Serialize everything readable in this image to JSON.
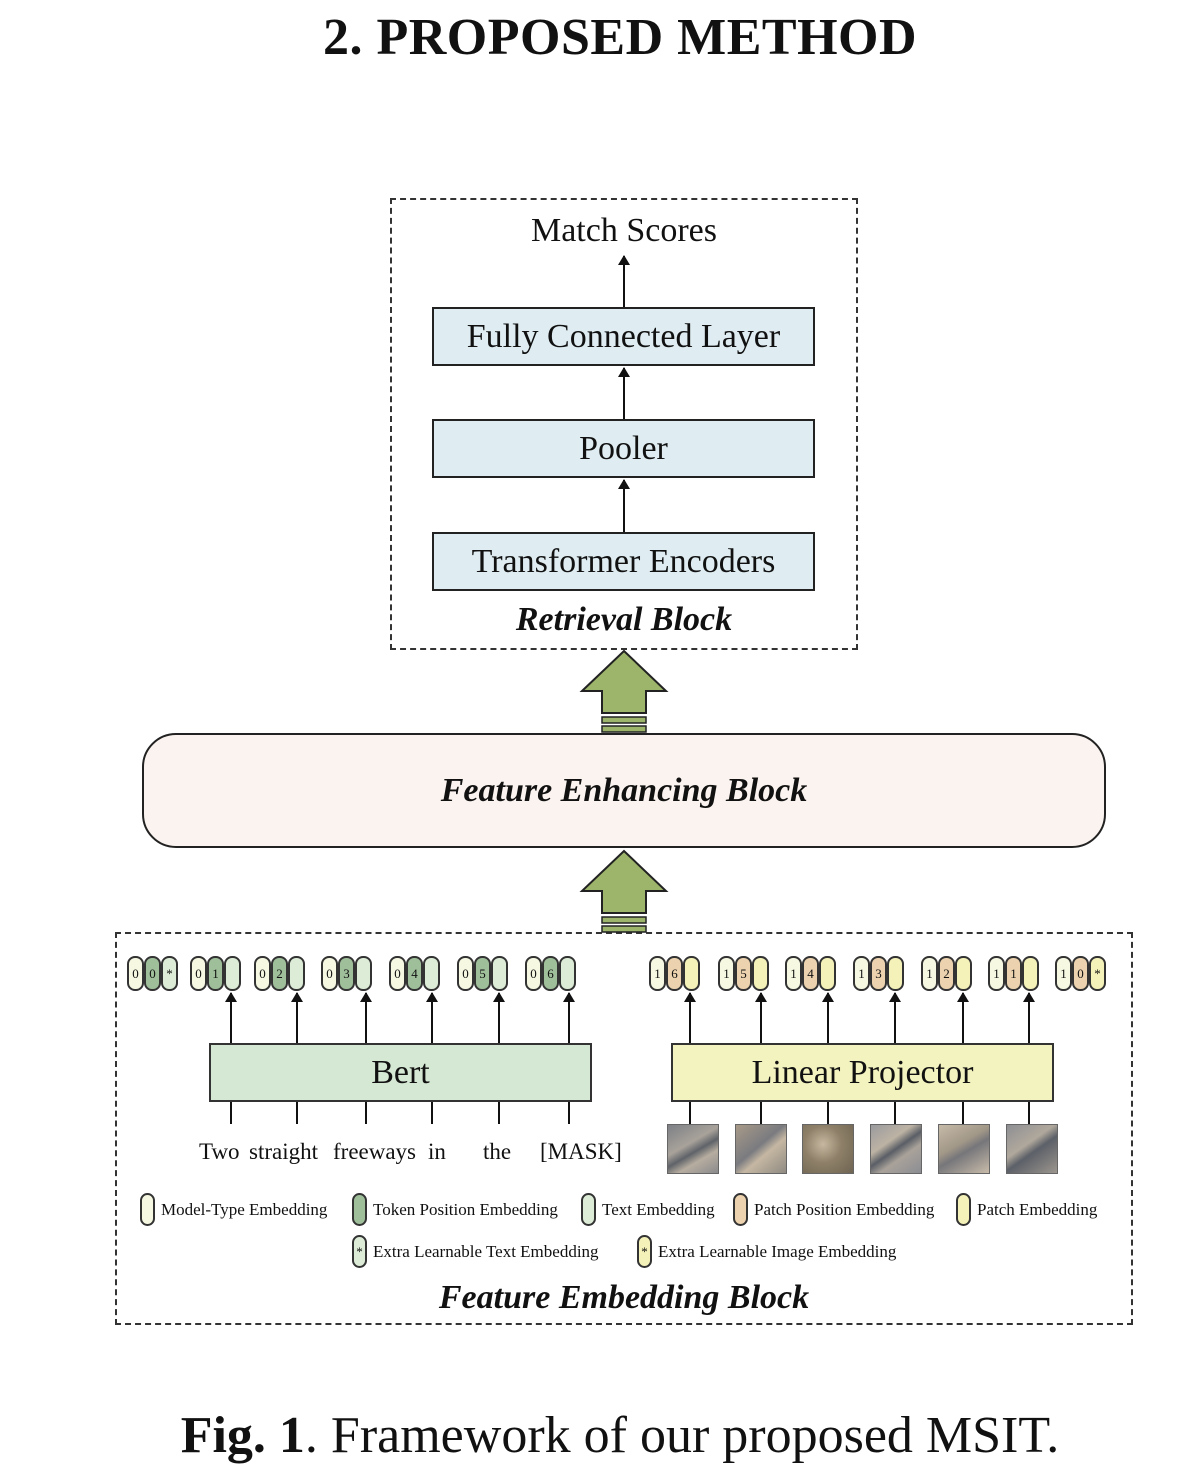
{
  "section_title": "2.  PROPOSED METHOD",
  "retrieval": {
    "output_label": "Match Scores",
    "layers": [
      "Fully Connected Layer",
      "Pooler",
      "Transformer Encoders"
    ],
    "block_label": "Retrieval Block"
  },
  "enhancing": {
    "block_label": "Feature Enhancing Block"
  },
  "embedding": {
    "block_label": "Feature Embedding Block",
    "bert_label": "Bert",
    "projector_label": "Linear Projector",
    "text_tokens": [
      {
        "digits": [
          "0",
          "0"
        ],
        "extra": "*"
      },
      {
        "digits": [
          "0",
          "1"
        ],
        "extra": ""
      },
      {
        "digits": [
          "0",
          "2"
        ],
        "extra": ""
      },
      {
        "digits": [
          "0",
          "3"
        ],
        "extra": ""
      },
      {
        "digits": [
          "0",
          "4"
        ],
        "extra": ""
      },
      {
        "digits": [
          "0",
          "5"
        ],
        "extra": ""
      },
      {
        "digits": [
          "0",
          "6"
        ],
        "extra": ""
      }
    ],
    "image_tokens": [
      {
        "digits": [
          "1",
          "6"
        ],
        "extra": ""
      },
      {
        "digits": [
          "1",
          "5"
        ],
        "extra": ""
      },
      {
        "digits": [
          "1",
          "4"
        ],
        "extra": ""
      },
      {
        "digits": [
          "1",
          "3"
        ],
        "extra": ""
      },
      {
        "digits": [
          "1",
          "2"
        ],
        "extra": ""
      },
      {
        "digits": [
          "1",
          "1"
        ],
        "extra": ""
      },
      {
        "digits": [
          "1",
          "0"
        ],
        "extra": "*"
      }
    ],
    "words": [
      "Two",
      "straight",
      "freeways",
      "in",
      "the",
      "[MASK]"
    ],
    "legend": [
      {
        "label": "Model-Type Embedding",
        "color": "#f6f8e2",
        "mark": ""
      },
      {
        "label": "Token Position Embedding",
        "color": "#9fbf9a",
        "mark": ""
      },
      {
        "label": "Text Embedding",
        "color": "#dcecd6",
        "mark": ""
      },
      {
        "label": "Patch Position Embedding",
        "color": "#ecd2ae",
        "mark": ""
      },
      {
        "label": "Patch Embedding",
        "color": "#f4f2b8",
        "mark": ""
      },
      {
        "label": "Extra Learnable Text Embedding",
        "color": "#dcecd6",
        "mark": "*"
      },
      {
        "label": "Extra Learnable Image Embedding",
        "color": "#f4f2b8",
        "mark": "*"
      }
    ]
  },
  "caption": {
    "prefix": "Fig. 1",
    "text": ". Framework of our proposed MSIT."
  },
  "colors": {
    "model_type": "#f6f8e2",
    "token_pos": "#9fbf9a",
    "text_emb": "#dcecd6",
    "patch_pos": "#ecd2ae",
    "patch_emb": "#f4f2b8",
    "big_arrow": "#9cb56a"
  }
}
